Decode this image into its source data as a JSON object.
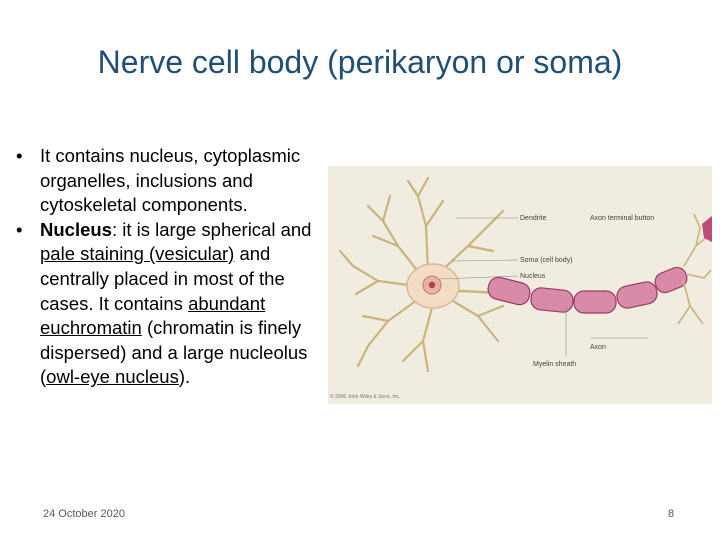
{
  "slide": {
    "title": "Nerve cell body (perikaryon or soma)",
    "bullets": [
      {
        "text": "It contains nucleus, cytoplasmic organelles, inclusions and cytoskeletal components."
      },
      {
        "bold_lead": "Nucleus",
        "segments": [
          ": it is large spherical and ",
          "pale staining (vesicular)",
          " and centrally placed in most of the cases. It contains ",
          "abundant euchromatin",
          " (chromatin is finely dispersed) and a large nucleolus (",
          "owl-eye nucleus",
          ")."
        ]
      }
    ],
    "figure": {
      "labels": {
        "dendrite": "Dendrite",
        "axon_terminal": "Axon terminal button",
        "soma": "Soma (cell body)",
        "nucleus": "Nucleus",
        "axon": "Axon",
        "myelin": "Myelin sheath",
        "copyright": "© 2006 John Wiley & Sons, Inc."
      },
      "colors": {
        "background": "#f1ece0",
        "dendrite": "#ead9a8",
        "soma": "#f2dcc4",
        "nucleus": "#e8b0a6",
        "myelin": "#d98aa8"
      }
    },
    "footer": {
      "date": "24 October 2020",
      "page": "8"
    }
  }
}
